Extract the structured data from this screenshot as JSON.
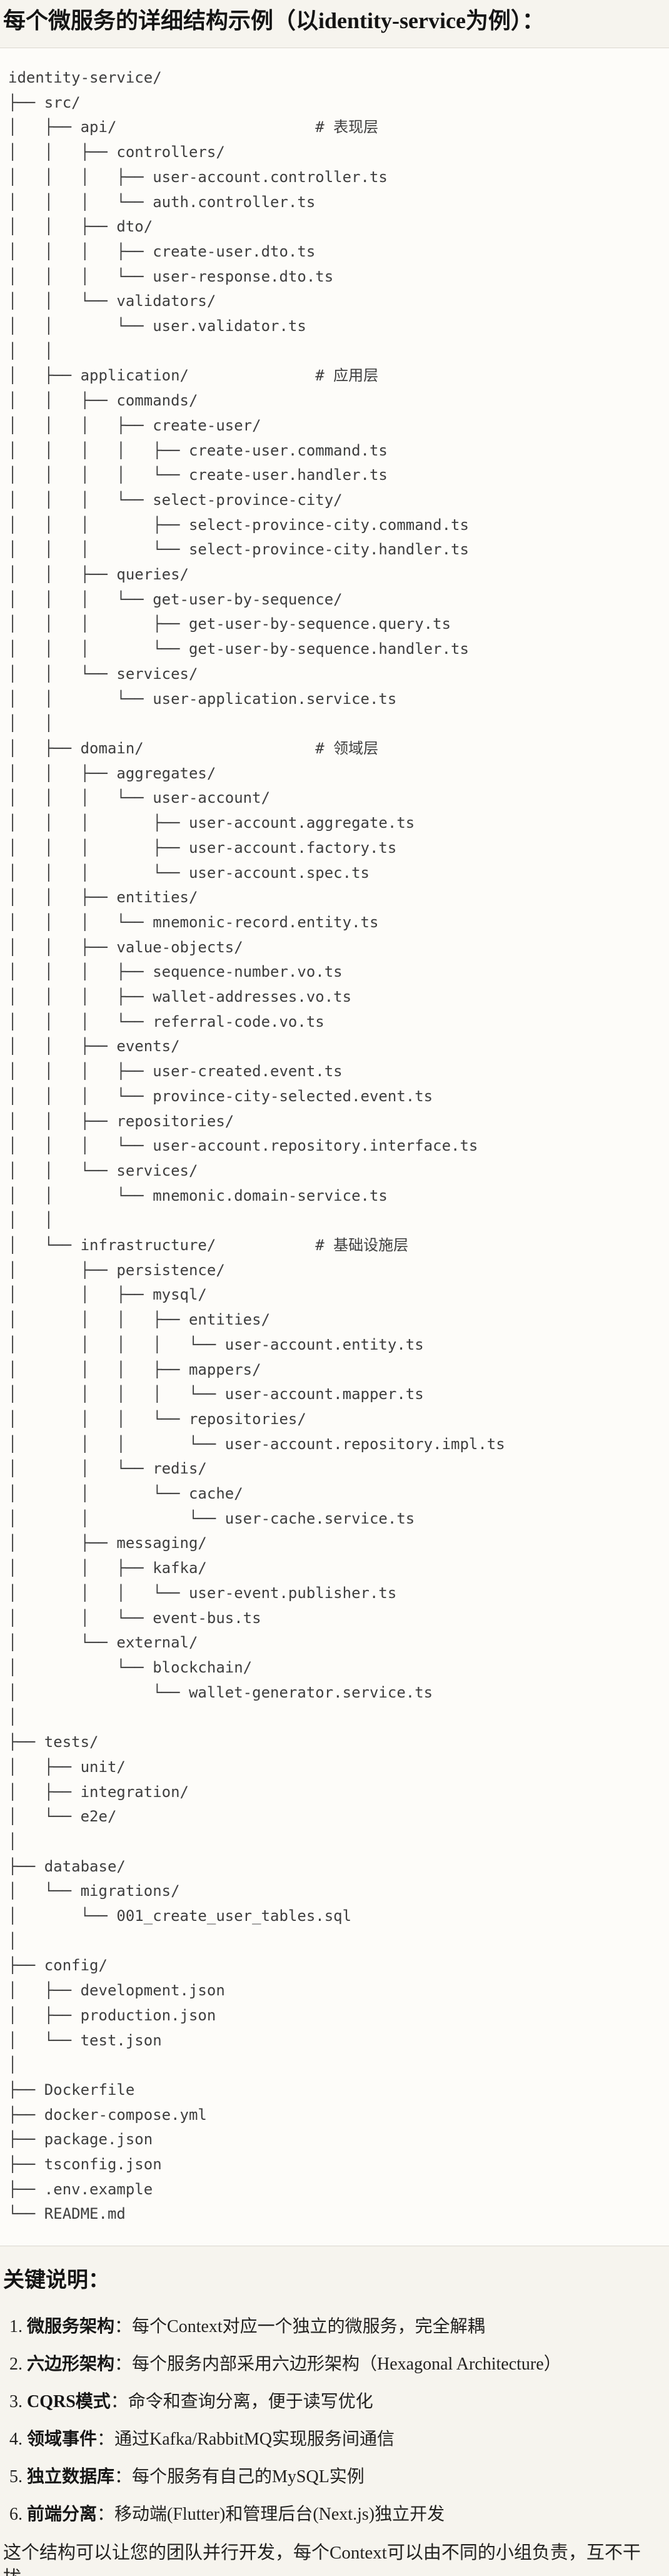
{
  "page": {
    "title": "每个微服务的详细结构示例（以identity-service为例）：",
    "notes_heading": "关键说明：",
    "closing": "这个结构可以让您的团队并行开发，每个Context可以由不同的小组负责，互不干扰。"
  },
  "colors": {
    "page_background": "#f6f4ee",
    "code_background": "#fdfcf9",
    "code_border": "#dbd8d1",
    "tree_text": "#3e3e3e",
    "heading_text": "#141414"
  },
  "tree": {
    "root": "identity-service/",
    "layer_comments": [
      "# 表现层",
      "# 应用层",
      "# 领域层",
      "# 基础设施层"
    ],
    "lines": [
      "identity-service/",
      "├── src/",
      "│   ├── api/                      # 表现层",
      "│   │   ├── controllers/",
      "│   │   │   ├── user-account.controller.ts",
      "│   │   │   └── auth.controller.ts",
      "│   │   ├── dto/",
      "│   │   │   ├── create-user.dto.ts",
      "│   │   │   └── user-response.dto.ts",
      "│   │   └── validators/",
      "│   │       └── user.validator.ts",
      "│   │",
      "│   ├── application/              # 应用层",
      "│   │   ├── commands/",
      "│   │   │   ├── create-user/",
      "│   │   │   │   ├── create-user.command.ts",
      "│   │   │   │   └── create-user.handler.ts",
      "│   │   │   └── select-province-city/",
      "│   │   │       ├── select-province-city.command.ts",
      "│   │   │       └── select-province-city.handler.ts",
      "│   │   ├── queries/",
      "│   │   │   └── get-user-by-sequence/",
      "│   │   │       ├── get-user-by-sequence.query.ts",
      "│   │   │       └── get-user-by-sequence.handler.ts",
      "│   │   └── services/",
      "│   │       └── user-application.service.ts",
      "│   │",
      "│   ├── domain/                   # 领域层",
      "│   │   ├── aggregates/",
      "│   │   │   └── user-account/",
      "│   │   │       ├── user-account.aggregate.ts",
      "│   │   │       ├── user-account.factory.ts",
      "│   │   │       └── user-account.spec.ts",
      "│   │   ├── entities/",
      "│   │   │   └── mnemonic-record.entity.ts",
      "│   │   ├── value-objects/",
      "│   │   │   ├── sequence-number.vo.ts",
      "│   │   │   ├── wallet-addresses.vo.ts",
      "│   │   │   └── referral-code.vo.ts",
      "│   │   ├── events/",
      "│   │   │   ├── user-created.event.ts",
      "│   │   │   └── province-city-selected.event.ts",
      "│   │   ├── repositories/",
      "│   │   │   └── user-account.repository.interface.ts",
      "│   │   └── services/",
      "│   │       └── mnemonic.domain-service.ts",
      "│   │",
      "│   └── infrastructure/           # 基础设施层",
      "│       ├── persistence/",
      "│       │   ├── mysql/",
      "│       │   │   ├── entities/",
      "│       │   │   │   └── user-account.entity.ts",
      "│       │   │   ├── mappers/",
      "│       │   │   │   └── user-account.mapper.ts",
      "│       │   │   └── repositories/",
      "│       │   │       └── user-account.repository.impl.ts",
      "│       │   └── redis/",
      "│       │       └── cache/",
      "│       │           └── user-cache.service.ts",
      "│       ├── messaging/",
      "│       │   ├── kafka/",
      "│       │   │   └── user-event.publisher.ts",
      "│       │   └── event-bus.ts",
      "│       └── external/",
      "│           └── blockchain/",
      "│               └── wallet-generator.service.ts",
      "│",
      "├── tests/",
      "│   ├── unit/",
      "│   ├── integration/",
      "│   └── e2e/",
      "│",
      "├── database/",
      "│   └── migrations/",
      "│       └── 001_create_user_tables.sql",
      "│",
      "├── config/",
      "│   ├── development.json",
      "│   ├── production.json",
      "│   └── test.json",
      "│",
      "├── Dockerfile",
      "├── docker-compose.yml",
      "├── package.json",
      "├── tsconfig.json",
      "├── .env.example",
      "└── README.md"
    ]
  },
  "notes": [
    {
      "num": "1. ",
      "term": "微服务架构",
      "desc": "：每个Context对应一个独立的微服务，完全解耦"
    },
    {
      "num": "2. ",
      "term": "六边形架构",
      "desc": "：每个服务内部采用六边形架构（Hexagonal Architecture）"
    },
    {
      "num": "3. ",
      "term": "CQRS模式",
      "desc": "：命令和查询分离，便于读写优化"
    },
    {
      "num": "4. ",
      "term": "领域事件",
      "desc": "：通过Kafka/RabbitMQ实现服务间通信"
    },
    {
      "num": "5. ",
      "term": "独立数据库",
      "desc": "：每个服务有自己的MySQL实例"
    },
    {
      "num": "6. ",
      "term": "前端分离",
      "desc": "：移动端(Flutter)和管理后台(Next.js)独立开发"
    }
  ]
}
